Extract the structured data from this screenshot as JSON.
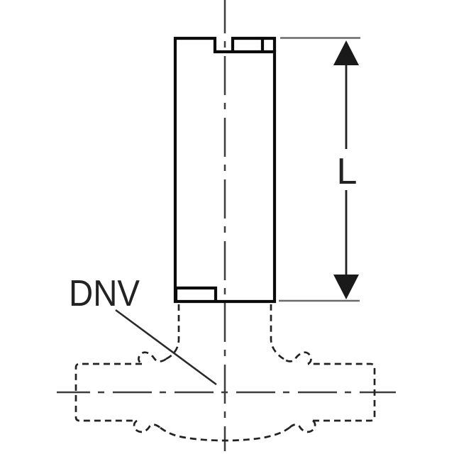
{
  "drawing": {
    "type": "technical-dimension-drawing",
    "subject": "valve actuator extension mounted on valve body (hidden-line)",
    "labels": {
      "length_dimension": "L",
      "valve_reference": "DNV"
    },
    "line_styles": {
      "part_outline": "solid thick",
      "valve_body": "dashed (hidden geometry)",
      "centerlines": "dash-dot",
      "dimension": "double filled arrowheads with extension lines"
    },
    "colors": {
      "background": "#ffffff",
      "part_outline": "#0b0b0b",
      "extension_line": "#6a6a6a",
      "dimension_line": "#1f1f1f",
      "centerline": "#3d3d3d",
      "hidden_line": "#222222",
      "label_text": "#222222"
    }
  }
}
